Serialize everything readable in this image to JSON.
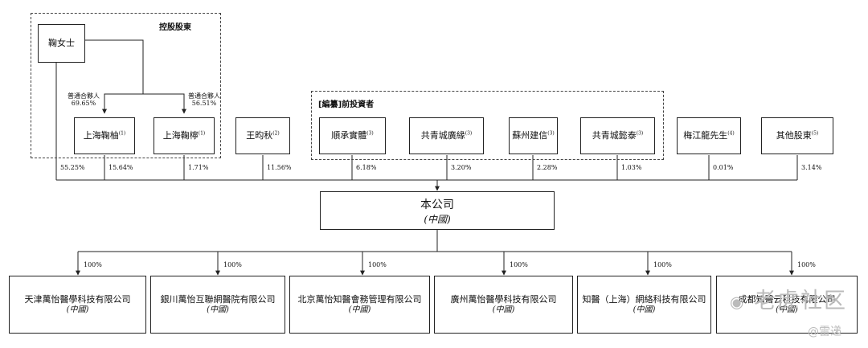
{
  "groups": {
    "controlling": "控股股東",
    "pre_ipo": "[編纂]前投資者"
  },
  "top": {
    "ms_ju": "鞠女士",
    "sh_juyou": "上海鞠柚",
    "sh_juyou_sup": "(1)",
    "sh_juyou_pct": "15.64%",
    "sh_juning": "上海鞠檸",
    "sh_juning_sup": "(1)",
    "sh_juning_pct": "1.71%",
    "gp_note_left": "普通合夥人",
    "gp_pct_left": "69.65%",
    "gp_note_right": "普通合夥人",
    "gp_pct_right": "56.51%",
    "ms_ju_pct": "55.25%",
    "wang": "王昀秋",
    "wang_sup": "(2)",
    "wang_pct": "11.56%",
    "shuncheng": "順承實體",
    "shuncheng_sup": "(3)",
    "shuncheng_pct": "6.18%",
    "gqc_gy": "共青城廣緣",
    "gqc_gy_sup": "(3)",
    "gqc_gy_pct": "3.20%",
    "suzhou": "蘇州建信",
    "suzhou_sup": "(3)",
    "suzhou_pct": "2.28%",
    "gqc_yt": "共青城懿泰",
    "gqc_yt_sup": "(3)",
    "gqc_yt_pct": "1.03%",
    "mei": "梅江龍先生",
    "mei_sup": "(4)",
    "mei_pct": "0.01%",
    "others": "其他股東",
    "others_sup": "(5)",
    "others_pct": "3.14%"
  },
  "company": {
    "name": "本公司",
    "sub": "(中國)"
  },
  "subsidiaries": [
    {
      "pct": "100%",
      "name": "天津萬怡醫學科技有限公司",
      "sub": "(中國)"
    },
    {
      "pct": "100%",
      "name": "銀川萬怡互聯網醫院有限公司",
      "sub": "(中國)"
    },
    {
      "pct": "100%",
      "name": "北京萬怡知醫會務管理有限公司",
      "sub": "(中國)"
    },
    {
      "pct": "100%",
      "name": "廣州萬怡醫學科技有限公司",
      "sub": "(中國)"
    },
    {
      "pct": "100%",
      "name": "知醫（上海）網絡科技有限公司",
      "sub": "(中國)"
    },
    {
      "pct": "100%",
      "name": "成都知醫云科技有限公司",
      "sub": "(中國)"
    }
  ],
  "watermarks": {
    "main": "老虎社区",
    "handle": "@雷递"
  },
  "colors": {
    "line": "#222222",
    "dashed": "#444444",
    "watermark": "#bbbbbb"
  }
}
